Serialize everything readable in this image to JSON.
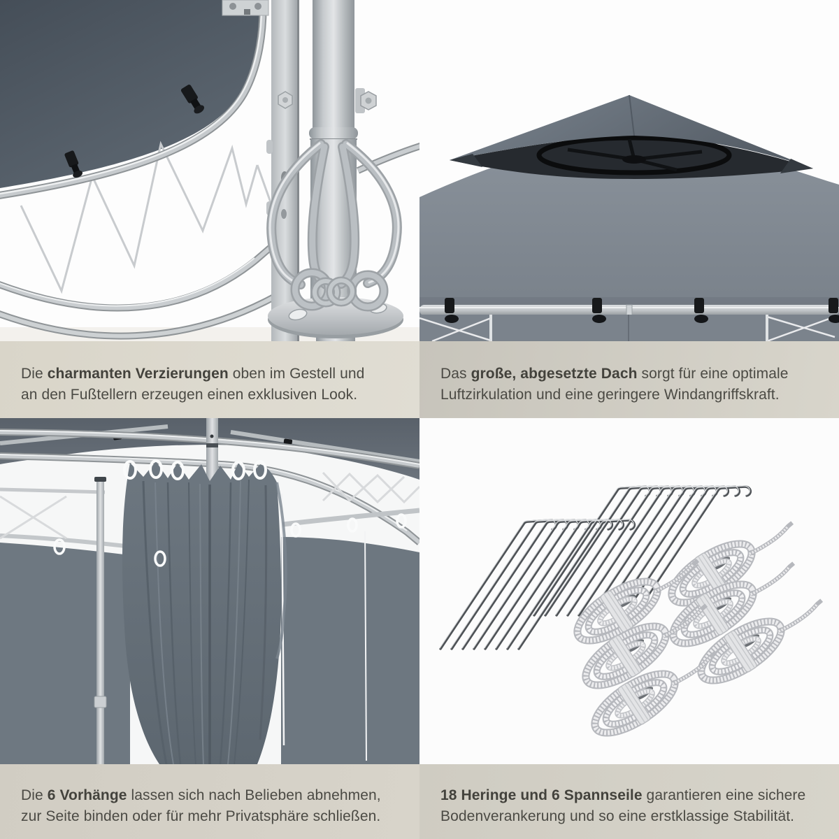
{
  "page": {
    "background": "#ffffff",
    "language": "de",
    "kind": "product-feature-collage"
  },
  "colors": {
    "caption_text": "#4b4a44",
    "caption_bold_text": "#43423c",
    "caption_bg": [
      {
        "from": "#d9d5c9",
        "to": "#e0ddd3"
      },
      {
        "from": "#c7c4bb",
        "to": "#d8d5cb"
      },
      {
        "from": "#d1cdc3",
        "to": "#d8d4ca"
      },
      {
        "from": "#cfccc2",
        "to": "#d7d4ca"
      }
    ],
    "canopy_dark": "#4e5862",
    "canopy_mid": "#79818a",
    "curtain": "#66707a",
    "metal_light": "#e2e4e6",
    "metal_mid": "#b9bec2",
    "metal_dark": "#8f9497",
    "clip_black": "#17191b",
    "rope_white": "#ececee"
  },
  "item_counts": {
    "pegs": 18,
    "ropes": 6,
    "curtains": 6
  },
  "panels": [
    {
      "id": "frame-ornament",
      "photo": "gazebo-frame-ornament-closeup",
      "caption_lines": [
        [
          {
            "t": "Die ",
            "b": false
          },
          {
            "t": "charmanten Verzierungen",
            "b": true
          },
          {
            "t": " oben im Gestell und",
            "b": false
          }
        ],
        [
          {
            "t": "an den Fußtellern erzeugen einen exklusiven Look.",
            "b": false
          }
        ]
      ]
    },
    {
      "id": "roof",
      "photo": "gazebo-vented-roof-top",
      "caption_lines": [
        [
          {
            "t": "Das ",
            "b": false
          },
          {
            "t": "große, abgesetzte Dach",
            "b": true
          },
          {
            "t": " sorgt für eine optimale",
            "b": false
          }
        ],
        [
          {
            "t": "Luftzirkulation und eine geringere Windangriffskraft.",
            "b": false
          }
        ]
      ]
    },
    {
      "id": "curtains",
      "photo": "gazebo-curtains-interior",
      "caption_lines": [
        [
          {
            "t": "Die ",
            "b": false
          },
          {
            "t": "6 Vorhänge",
            "b": true
          },
          {
            "t": " lassen sich nach Belieben abnehmen,",
            "b": false
          }
        ],
        [
          {
            "t": "zur Seite binden oder für mehr Privatsphäre schließen.",
            "b": false
          }
        ]
      ]
    },
    {
      "id": "pegs-ropes",
      "photo": "tent-pegs-and-guy-ropes",
      "caption_lines": [
        [
          {
            "t": "18 Heringe und 6 Spannseile",
            "b": true
          },
          {
            "t": " garantieren eine sichere",
            "b": false
          }
        ],
        [
          {
            "t": "Bodenverankerung und so eine erstklassige Stabilität.",
            "b": false
          }
        ]
      ]
    }
  ]
}
